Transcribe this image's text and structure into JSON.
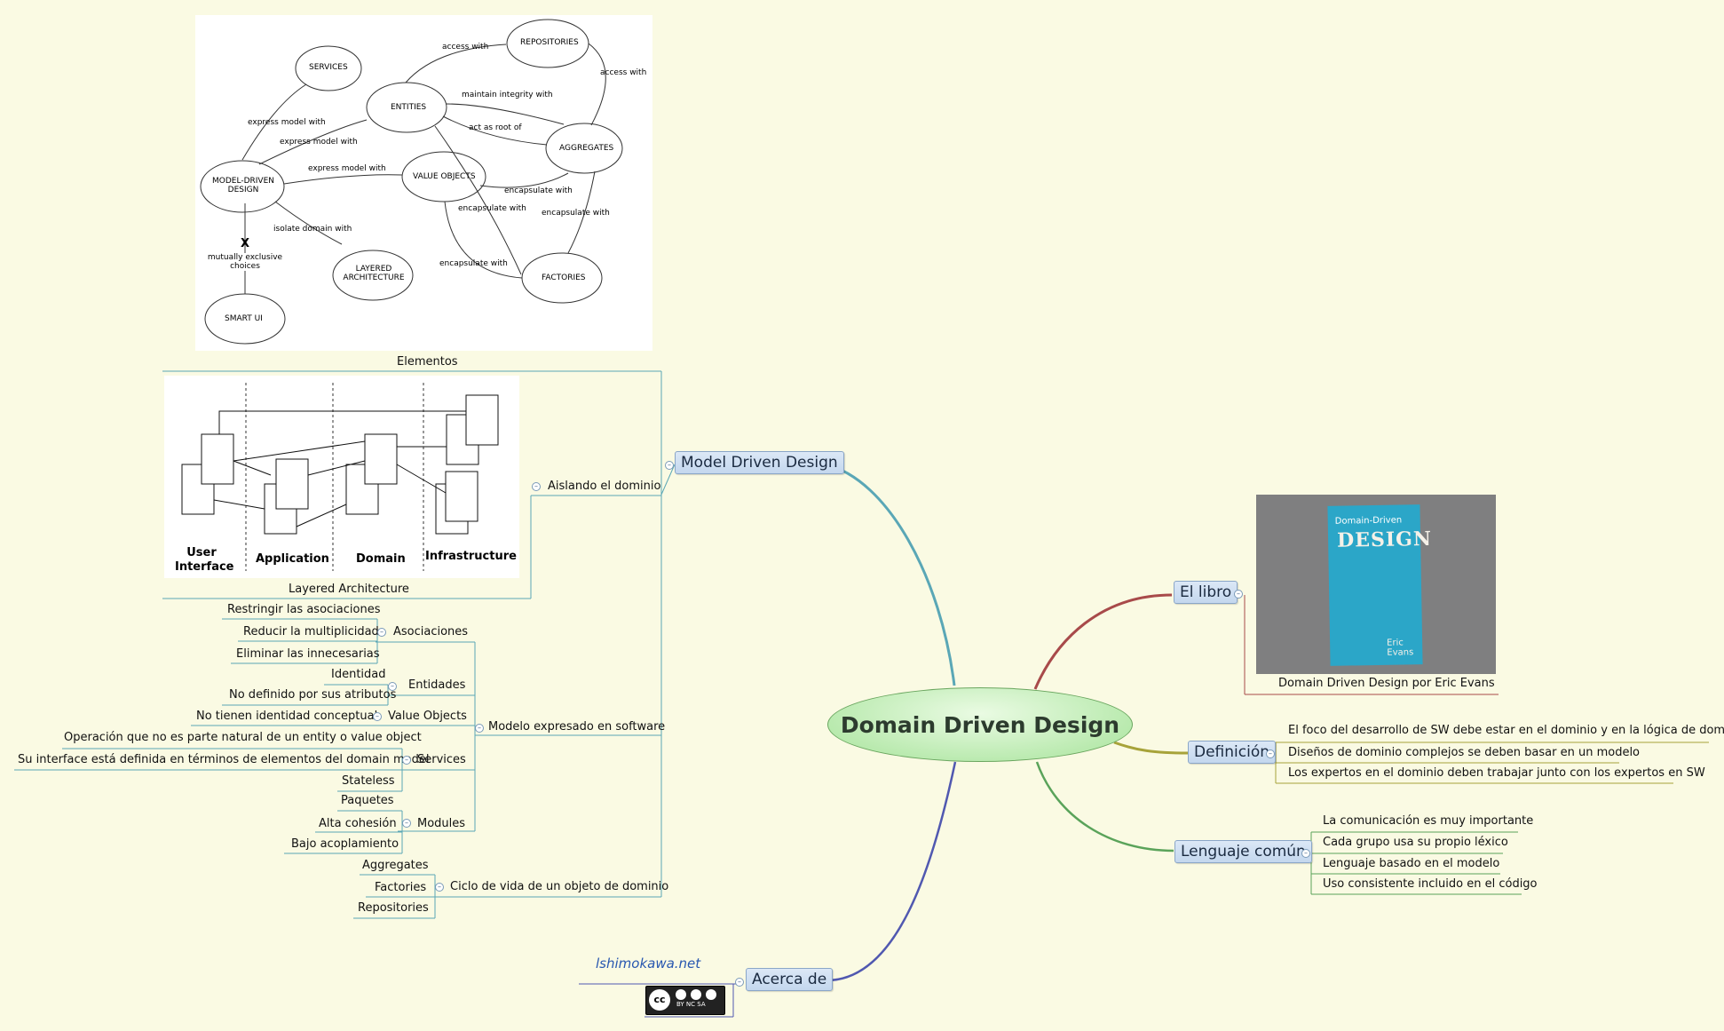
{
  "central": {
    "label": "Domain Driven Design"
  },
  "branches": {
    "model_driven": {
      "label": "Model Driven Design"
    },
    "el_libro": {
      "label": "El libro",
      "caption": "Domain Driven Design por Eric Evans"
    },
    "definicion": {
      "label": "Definición",
      "items": [
        "El foco del desarrollo de SW debe estar en el dominio y en la lógica de dominio",
        "Diseños de dominio complejos se deben basar en un modelo",
        "Los expertos en el dominio deben trabajar junto con los expertos en SW"
      ]
    },
    "lenguaje": {
      "label": "Lenguaje común",
      "items": [
        "La comunicación es muy importante",
        "Cada grupo usa su propio léxico",
        "Lenguaje basado en el modelo",
        "Uso consistente incluido en el código"
      ]
    },
    "acerca": {
      "label": "Acerca de",
      "logo_text": "lshimokawa.net",
      "cc_text": "BY  NC  SA"
    }
  },
  "model_driven": {
    "elementos": "Elementos",
    "aislando": "Aislando el dominio",
    "layered": "Layered Architecture",
    "layered_cols": [
      "User Interface",
      "Application",
      "Domain",
      "Infrastructure"
    ],
    "modelo": "Modelo expresado en software",
    "asociaciones": {
      "label": "Asociaciones",
      "items": [
        "Restringir las asociaciones",
        "Reducir la multiplicidad",
        "Eliminar las innecesarias"
      ]
    },
    "entidades": {
      "label": "Entidades",
      "items": [
        "Identidad",
        "No definido por sus atributos"
      ]
    },
    "value_objects": {
      "label": "Value Objects",
      "items": [
        "No tienen identidad conceptual"
      ]
    },
    "services": {
      "label": "Services",
      "items": [
        "Operación que no es parte natural de un entity o value object",
        "Su interface está definida en términos de elementos del domain model",
        "Stateless"
      ]
    },
    "modules": {
      "label": "Modules",
      "items": [
        "Paquetes",
        "Alta cohesión",
        "Bajo acoplamiento"
      ]
    },
    "ciclo": {
      "label": "Ciclo de vida de un objeto de dominio",
      "items": [
        "Aggregates",
        "Factories",
        "Repositories"
      ]
    }
  },
  "diagram": {
    "nodes": [
      "SERVICES",
      "REPOSITORIES",
      "ENTITIES",
      "AGGREGATES",
      "MODEL-DRIVEN DESIGN",
      "VALUE OBJECTS",
      "LAYERED ARCHITECTURE",
      "FACTORIES",
      "SMART UI"
    ],
    "edges": [
      "access with",
      "access with",
      "maintain integrity with",
      "act as root of",
      "express model with",
      "express model with",
      "express model with",
      "encapsulate with",
      "encapsulate with",
      "encapsulate with",
      "encapsulate with",
      "isolate domain with"
    ],
    "x_label": "X",
    "mutually": "mutually exclusive choices"
  },
  "book": {
    "title_small": "Domain-Driven",
    "title_big": "DESIGN",
    "author": "Eric Evans"
  }
}
